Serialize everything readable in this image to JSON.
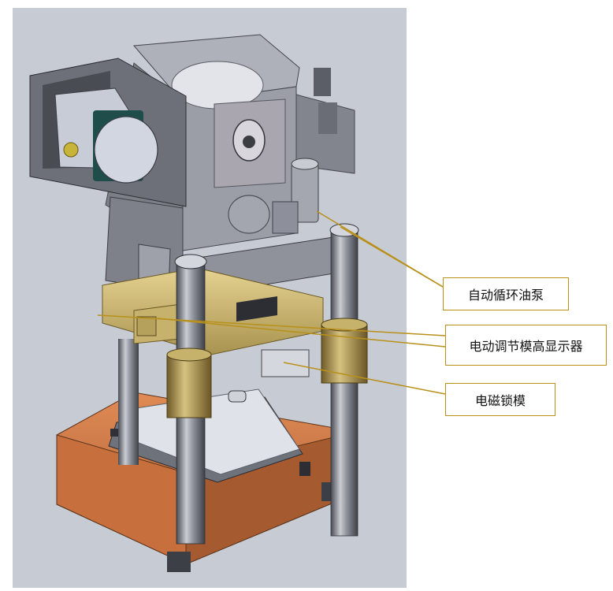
{
  "image": {
    "subject": "press-machine-cad-render",
    "background_color": "#c7cbd4",
    "leader_line_color": "#b8901a"
  },
  "callouts": [
    {
      "id": "oil-pump",
      "label": "自动循环油泵"
    },
    {
      "id": "mold-height-display",
      "label": "电动调节模高显示器"
    },
    {
      "id": "electromagnetic-mold-lock",
      "label": "电磁锁模"
    }
  ]
}
